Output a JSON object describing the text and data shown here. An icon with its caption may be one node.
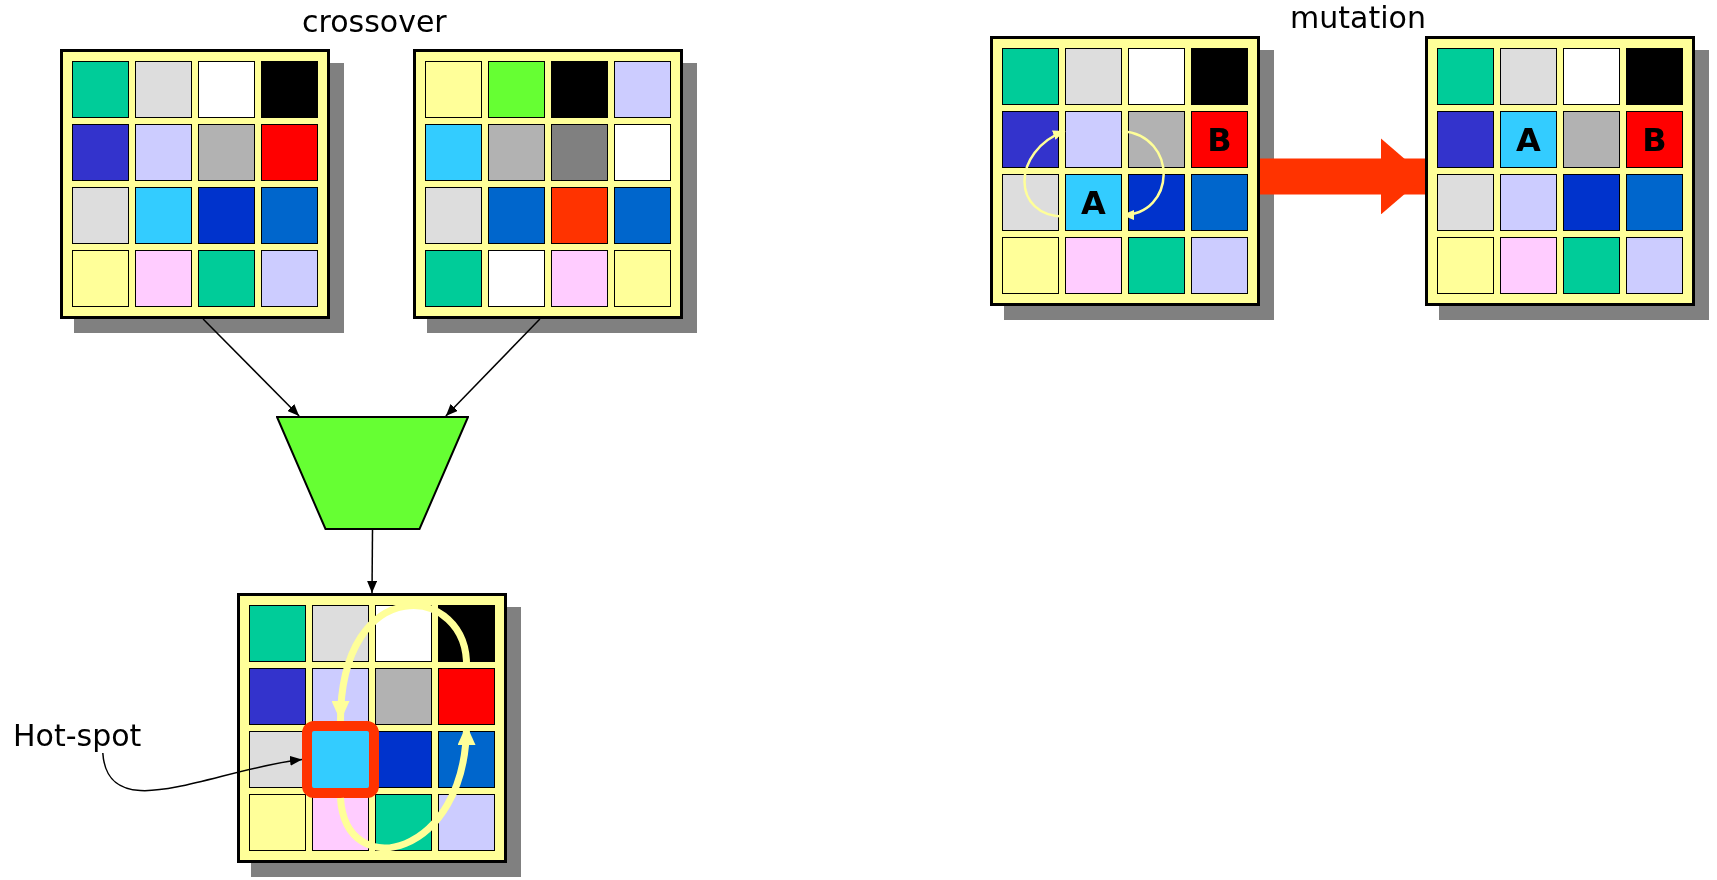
{
  "diagram": {
    "nodes": [
      {
        "text": [],
        "shape": "box"
      },
      {
        "text": [],
        "shape": "box"
      },
      {
        "text": [],
        "shape": "box"
      },
      {
        "text": [],
        "shape": "box",
        "in": 2
      },
      {
        "text": [
          "A"
        ],
        "in": 2
      },
      {
        "text": [
          "B"
        ],
        "in": 2
      },
      {
        "text": [],
        "shape": "box"
      },
      {
        "text": [
          "A"
        ],
        "in": 6
      },
      {
        "text": [
          "B"
        ],
        "in": 6
      },
      {
        "text": [],
        "shape": "trapezoid"
      },
      {
        "text": [
          "Hot-spot"
        ]
      },
      {
        "text": [],
        "shape": "box"
      },
      {
        "text": [],
        "shape": "box",
        "in": 11
      },
      {
        "text": [],
        "shape": "box",
        "in": 11
      }
    ],
    "edges": [
      {
        "from": 0,
        "to": 9,
        "arrow": "to"
      },
      {
        "from": 1,
        "to": 9,
        "arrow": "to"
      },
      {
        "from": 9,
        "to": 11,
        "arrow": "to"
      },
      {
        "from": 2,
        "to": 6,
        "arrow": "to",
        "style": "thick",
        "color": "#ff3300"
      },
      {
        "from": 4,
        "to": 3,
        "arrow": "to",
        "color": "#ffff99"
      },
      {
        "from": 3,
        "to": 4,
        "arrow": "to",
        "color": "#ffff99"
      },
      {
        "from": 10,
        "to": 13,
        "arrow": "to"
      },
      {
        "from": 12,
        "to": 13,
        "arrow": "to",
        "style": "thick",
        "color": "#ffff99"
      },
      {
        "from": 13,
        "to": 12,
        "arrow": "to",
        "style": "thick",
        "color": "#ffff99"
      }
    ],
    "labels": [
      "crossover",
      "mutation"
    ]
  }
}
